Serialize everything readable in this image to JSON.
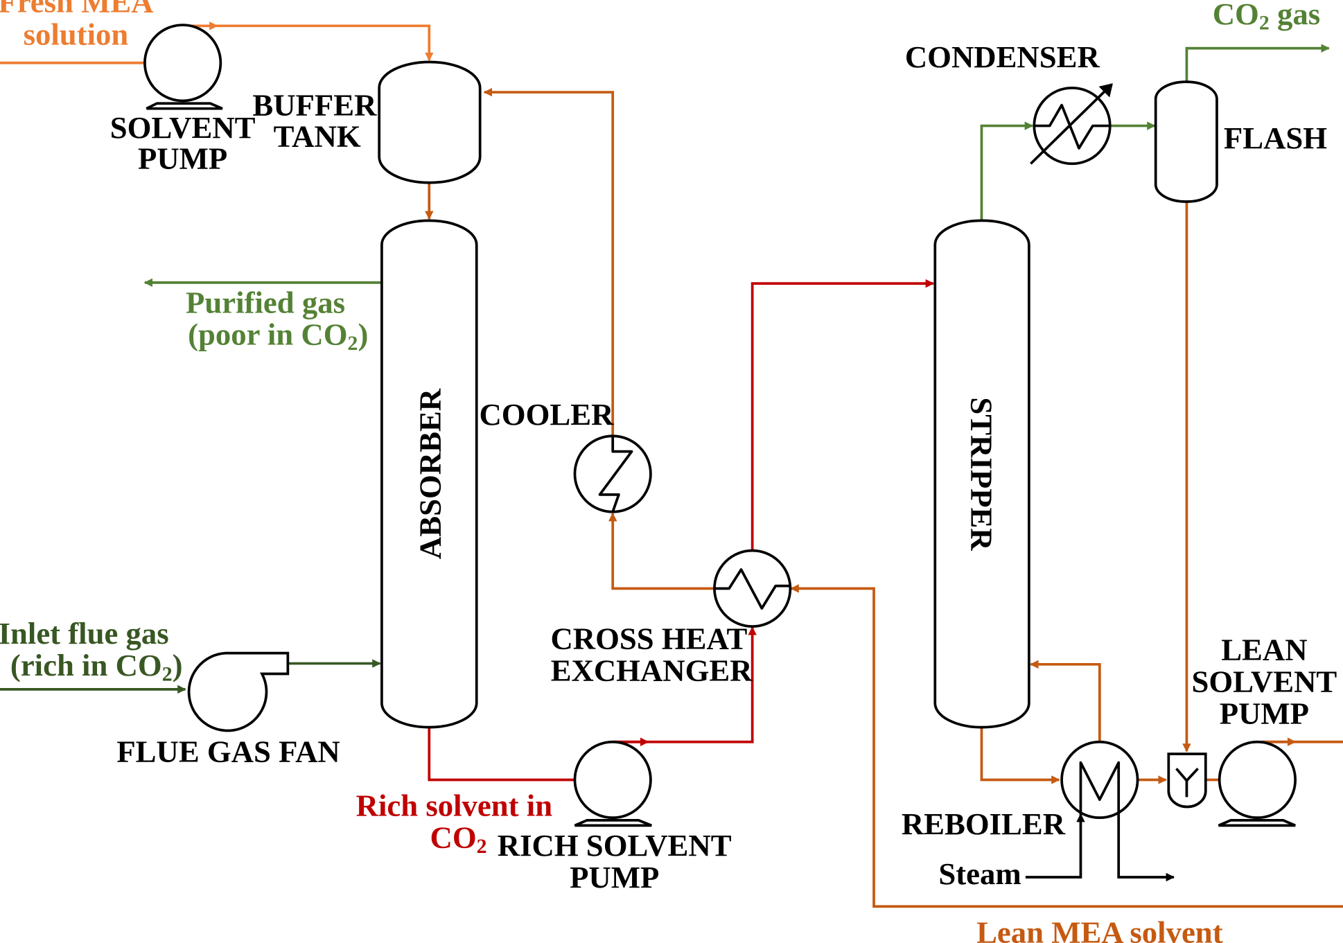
{
  "colors": {
    "green": "#548235",
    "orange": "#c55a11",
    "light_orange": "#ed7d31",
    "red": "#c00000",
    "dark_green": "#385723",
    "black": "#000000"
  },
  "labels": {
    "fresh_mea_line1": "Fresh MEA",
    "fresh_mea_line2": "solution",
    "solvent_pump_line1": "SOLVENT",
    "solvent_pump_line2": "PUMP",
    "buffer_tank_line1": "BUFFER",
    "buffer_tank_line2": "TANK",
    "condenser": "CONDENSER",
    "co2_gas": "CO",
    "co2_gas_sub": "2",
    "co2_gas_suffix": " gas",
    "flash": "FLASH",
    "purified_gas_line1": "Purified  gas",
    "purified_gas_line2": "(poor in CO",
    "purified_gas_sub": "2",
    "purified_gas_suffix": ")",
    "absorber": "ABSORBER",
    "cooler": "COOLER",
    "stripper": "STRIPPER",
    "inlet_flue_gas_line1": "Inlet flue gas",
    "inlet_flue_gas_line2": "(rich in CO",
    "inlet_flue_gas_sub": "2",
    "inlet_flue_gas_suffix": ")",
    "cross_heat_line1": "CROSS HEAT",
    "cross_heat_line2": "EXCHANGER",
    "lean_solvent_line1": "LEAN",
    "lean_solvent_line2": "SOLVENT",
    "lean_solvent_line3": "PUMP",
    "flue_gas_fan": "FLUE GAS FAN",
    "rich_solvent_line1": "Rich solvent in",
    "rich_solvent_line2": "CO",
    "rich_solvent_sub": "2",
    "rich_solvent_pump_line1": "RICH SOLVENT",
    "rich_solvent_pump_line2": "PUMP",
    "reboiler": "REBOILER",
    "steam": "Steam",
    "lean_mea": "Lean MEA solvent"
  }
}
